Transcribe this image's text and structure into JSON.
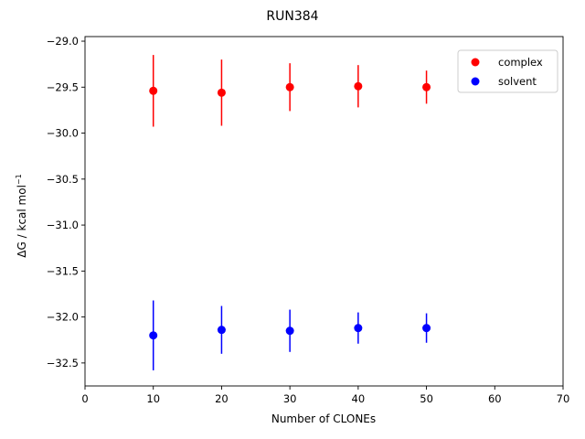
{
  "chart_data": {
    "type": "scatter",
    "title": "RUN384",
    "xlabel": "Number of CLONEs",
    "ylabel_main": "ΔG / kcal mol",
    "ylabel_sup": "−1",
    "xlim": [
      0,
      70
    ],
    "ylim": [
      -32.75,
      -28.95
    ],
    "xticks": [
      0,
      10,
      20,
      30,
      40,
      50,
      60,
      70
    ],
    "xtick_labels": [
      "0",
      "10",
      "20",
      "30",
      "40",
      "50",
      "60",
      "70"
    ],
    "yticks": [
      -29.0,
      -29.5,
      -30.0,
      -30.5,
      -31.0,
      -31.5,
      -32.0,
      -32.5
    ],
    "ytick_labels": [
      "−29.0",
      "−29.5",
      "−30.0",
      "−30.5",
      "−31.0",
      "−31.5",
      "−32.0",
      "−32.5"
    ],
    "grid": false,
    "legend_position": "top-right",
    "series": [
      {
        "name": "complex",
        "color": "#ff0000",
        "x": [
          10,
          20,
          30,
          40,
          50
        ],
        "y": [
          -29.54,
          -29.56,
          -29.5,
          -29.49,
          -29.5
        ],
        "yerr": [
          0.39,
          0.36,
          0.26,
          0.23,
          0.18
        ]
      },
      {
        "name": "solvent",
        "color": "#0000ff",
        "x": [
          10,
          20,
          30,
          40,
          50
        ],
        "y": [
          -32.2,
          -32.14,
          -32.15,
          -32.12,
          -32.12
        ],
        "yerr": [
          0.38,
          0.26,
          0.23,
          0.17,
          0.16
        ]
      }
    ]
  }
}
